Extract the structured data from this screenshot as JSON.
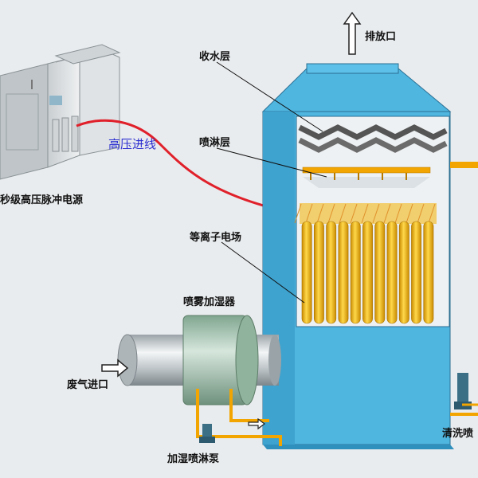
{
  "labels": {
    "exhaust": "排放口",
    "water_collection": "收水层",
    "spray_layer": "喷淋层",
    "plasma_field": "等离子电场",
    "hv_input": "高压进线",
    "power_supply": "秒级高压脉冲电源",
    "spray_humidifier": "喷雾加湿器",
    "gas_inlet": "废气进口",
    "humidify_pump": "加湿喷淋泵",
    "clean_spray": "清洗喷"
  },
  "colors": {
    "tower": "#4fb6e0",
    "tower_dark": "#2f8fbd",
    "tower_inner": "#eef1f3",
    "electrode": "#f4b000",
    "hv_cable": "#e0202a",
    "pipe": "#f2a400",
    "label_blue": "#2d2fd0"
  }
}
